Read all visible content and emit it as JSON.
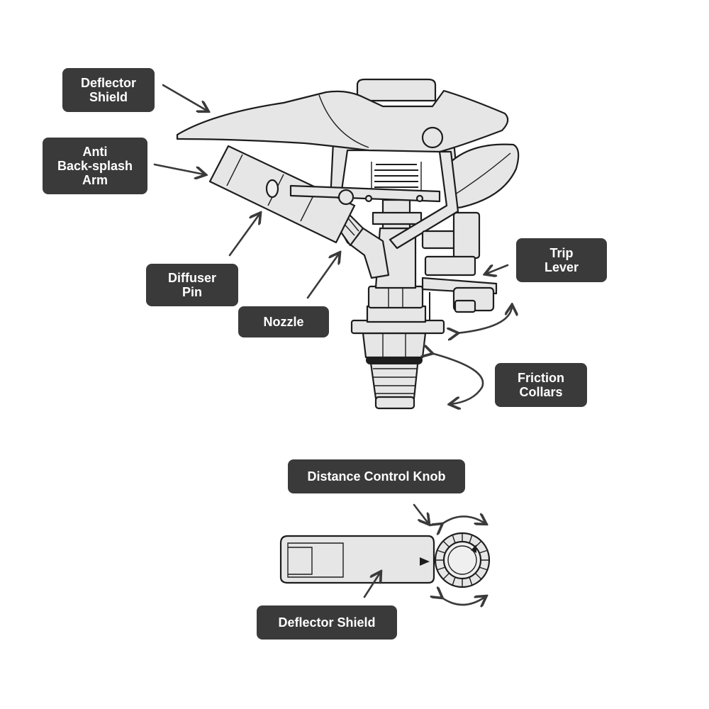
{
  "colors": {
    "label_background": "#3a3a3a",
    "label_text": "#ffffff",
    "part_fill": "#e6e6e6",
    "outline": "#1d1d1d",
    "arrow": "#3a3a3a"
  },
  "labels": {
    "deflector_shield_top": "Deflector\nShield",
    "anti_backsplash_arm": "Anti\nBack-splash\nArm",
    "diffuser_pin": "Diffuser\nPin",
    "nozzle": "Nozzle",
    "trip_lever": "Trip\nLever",
    "friction_collars": "Friction\nCollars",
    "distance_control_knob": "Distance Control Knob",
    "deflector_shield_bottom": "Deflector Shield"
  },
  "icons": {
    "pointer": "pointer-arrow-icon",
    "rotation": "rotation-arrow-icon"
  }
}
